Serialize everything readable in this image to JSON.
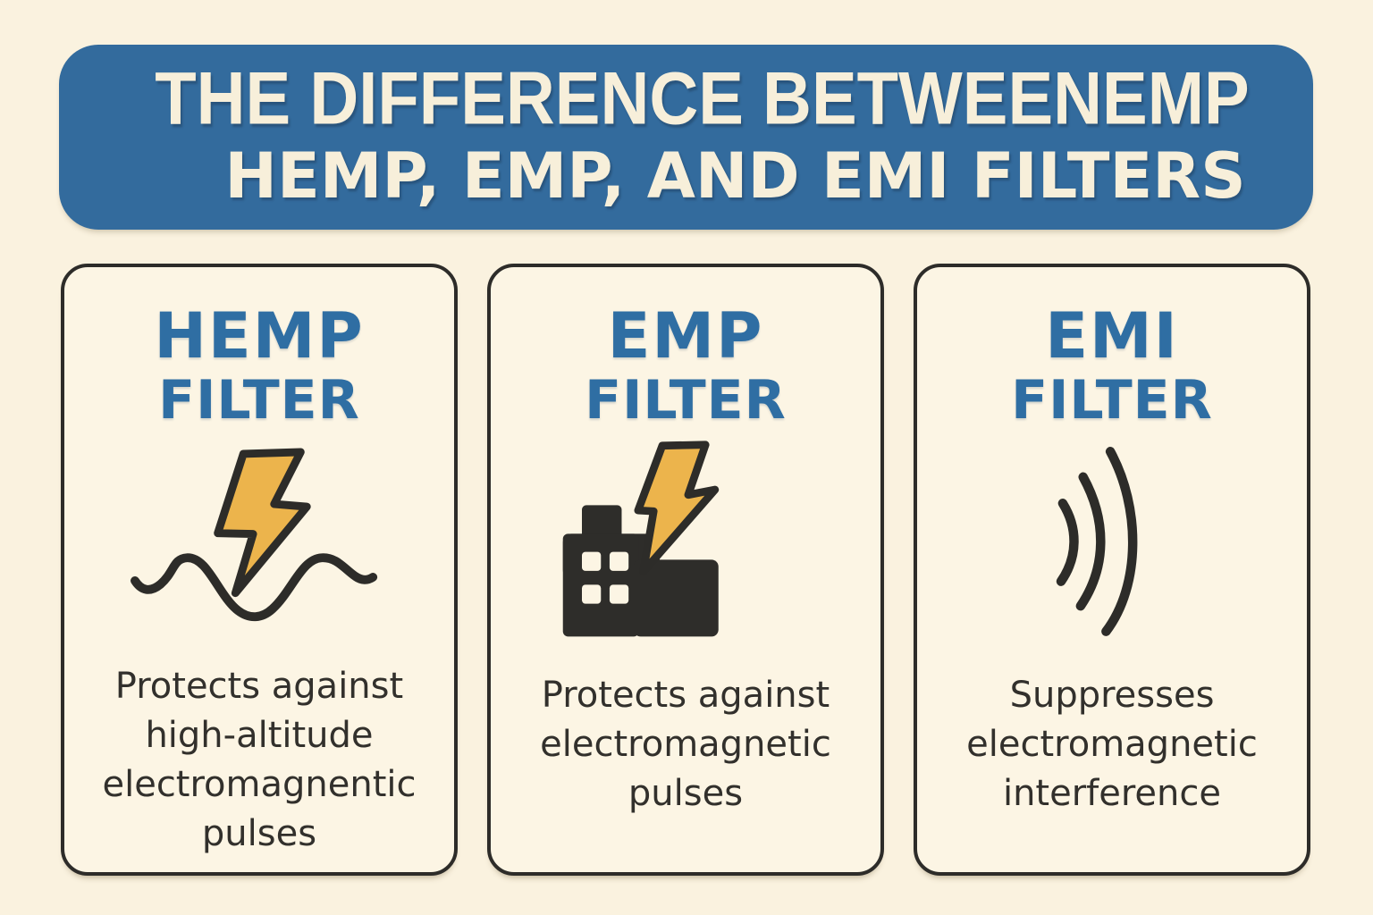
{
  "header": {
    "title_line1": "THE DIFFERENCE BETWEENEMP",
    "title_line2": "HEMP, EMP, AND EMI FILTERS"
  },
  "cards": [
    {
      "title": "HEMP",
      "subtitle": "FILTER",
      "icon": "lightning-bolt-wave-icon",
      "lines": [
        "Protects against",
        "high-altitude",
        "electromagnentic",
        "pulses"
      ]
    },
    {
      "title": "EMP",
      "subtitle": "FILTER",
      "icon": "building-lightning-icon",
      "lines": [
        "Protects against",
        "electromagnetic",
        "pulses"
      ]
    },
    {
      "title": "EMI",
      "subtitle": "FILTER",
      "icon": "radio-waves-icon",
      "lines": [
        "Suppresses",
        "electromagnetic",
        "interference"
      ]
    }
  ],
  "colors": {
    "background": "#faf2df",
    "header_background": "#336b9d",
    "header_text": "#f7efda",
    "card_background": "#fcf5e4",
    "card_border": "#2d2c29",
    "card_title_blue": "#2f6ea3",
    "body_text": "#32302c",
    "bolt_yellow": "#ecb44c",
    "icon_dark": "#2e2d2a"
  }
}
